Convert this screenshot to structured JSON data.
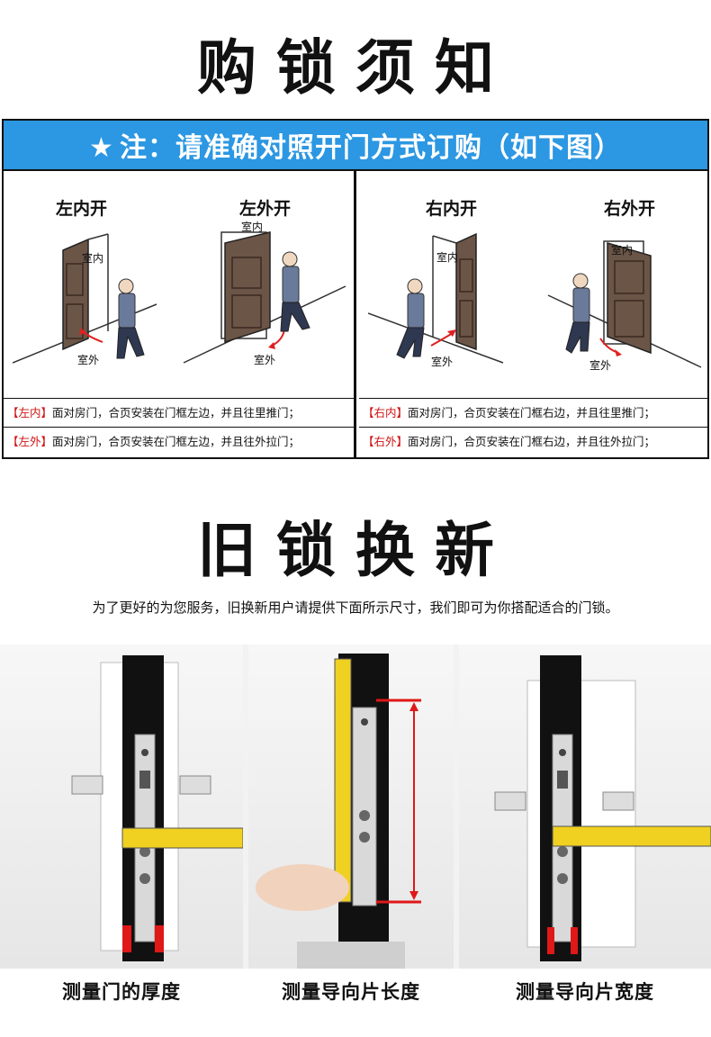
{
  "section1": {
    "title": "购锁须知"
  },
  "banner": {
    "star": "★",
    "text": "注：请准确对照开门方式订购（如下图）"
  },
  "doors": [
    {
      "label": "左内开",
      "room_in": "室内",
      "room_out": "室外"
    },
    {
      "label": "左外开",
      "room_in": "室内",
      "room_out": "室外"
    },
    {
      "label": "右内开",
      "room_in": "室内",
      "room_out": "室外"
    },
    {
      "label": "右外开",
      "room_in": "室内",
      "room_out": "室外"
    }
  ],
  "captions": {
    "left": [
      {
        "tag": "【左内】",
        "text": "面对房门，合页安装在门框左边，并且往里推门；"
      },
      {
        "tag": "【左外】",
        "text": "面对房门，合页安装在门框左边，并且往外拉门；"
      }
    ],
    "right": [
      {
        "tag": "【右内】",
        "text": "面对房门，合页安装在门框右边，并且往里推门；"
      },
      {
        "tag": "【右外】",
        "text": "面对房门，合页安装在门框右边，并且往外拉门；"
      }
    ]
  },
  "section2": {
    "title": "旧锁换新",
    "note": "为了更好的为您服务，旧换新用户请提供下面所示尺寸，我们即可为你搭配适合的门锁。"
  },
  "photos": [
    {
      "label": "测量门的厚度"
    },
    {
      "label": "测量导向片长度"
    },
    {
      "label": "测量导向片宽度"
    }
  ],
  "colors": {
    "banner": "#2c97e2",
    "tag": "#d01010",
    "door": "#6b5547",
    "tape": "#f0d020",
    "measure": "#e01818"
  }
}
